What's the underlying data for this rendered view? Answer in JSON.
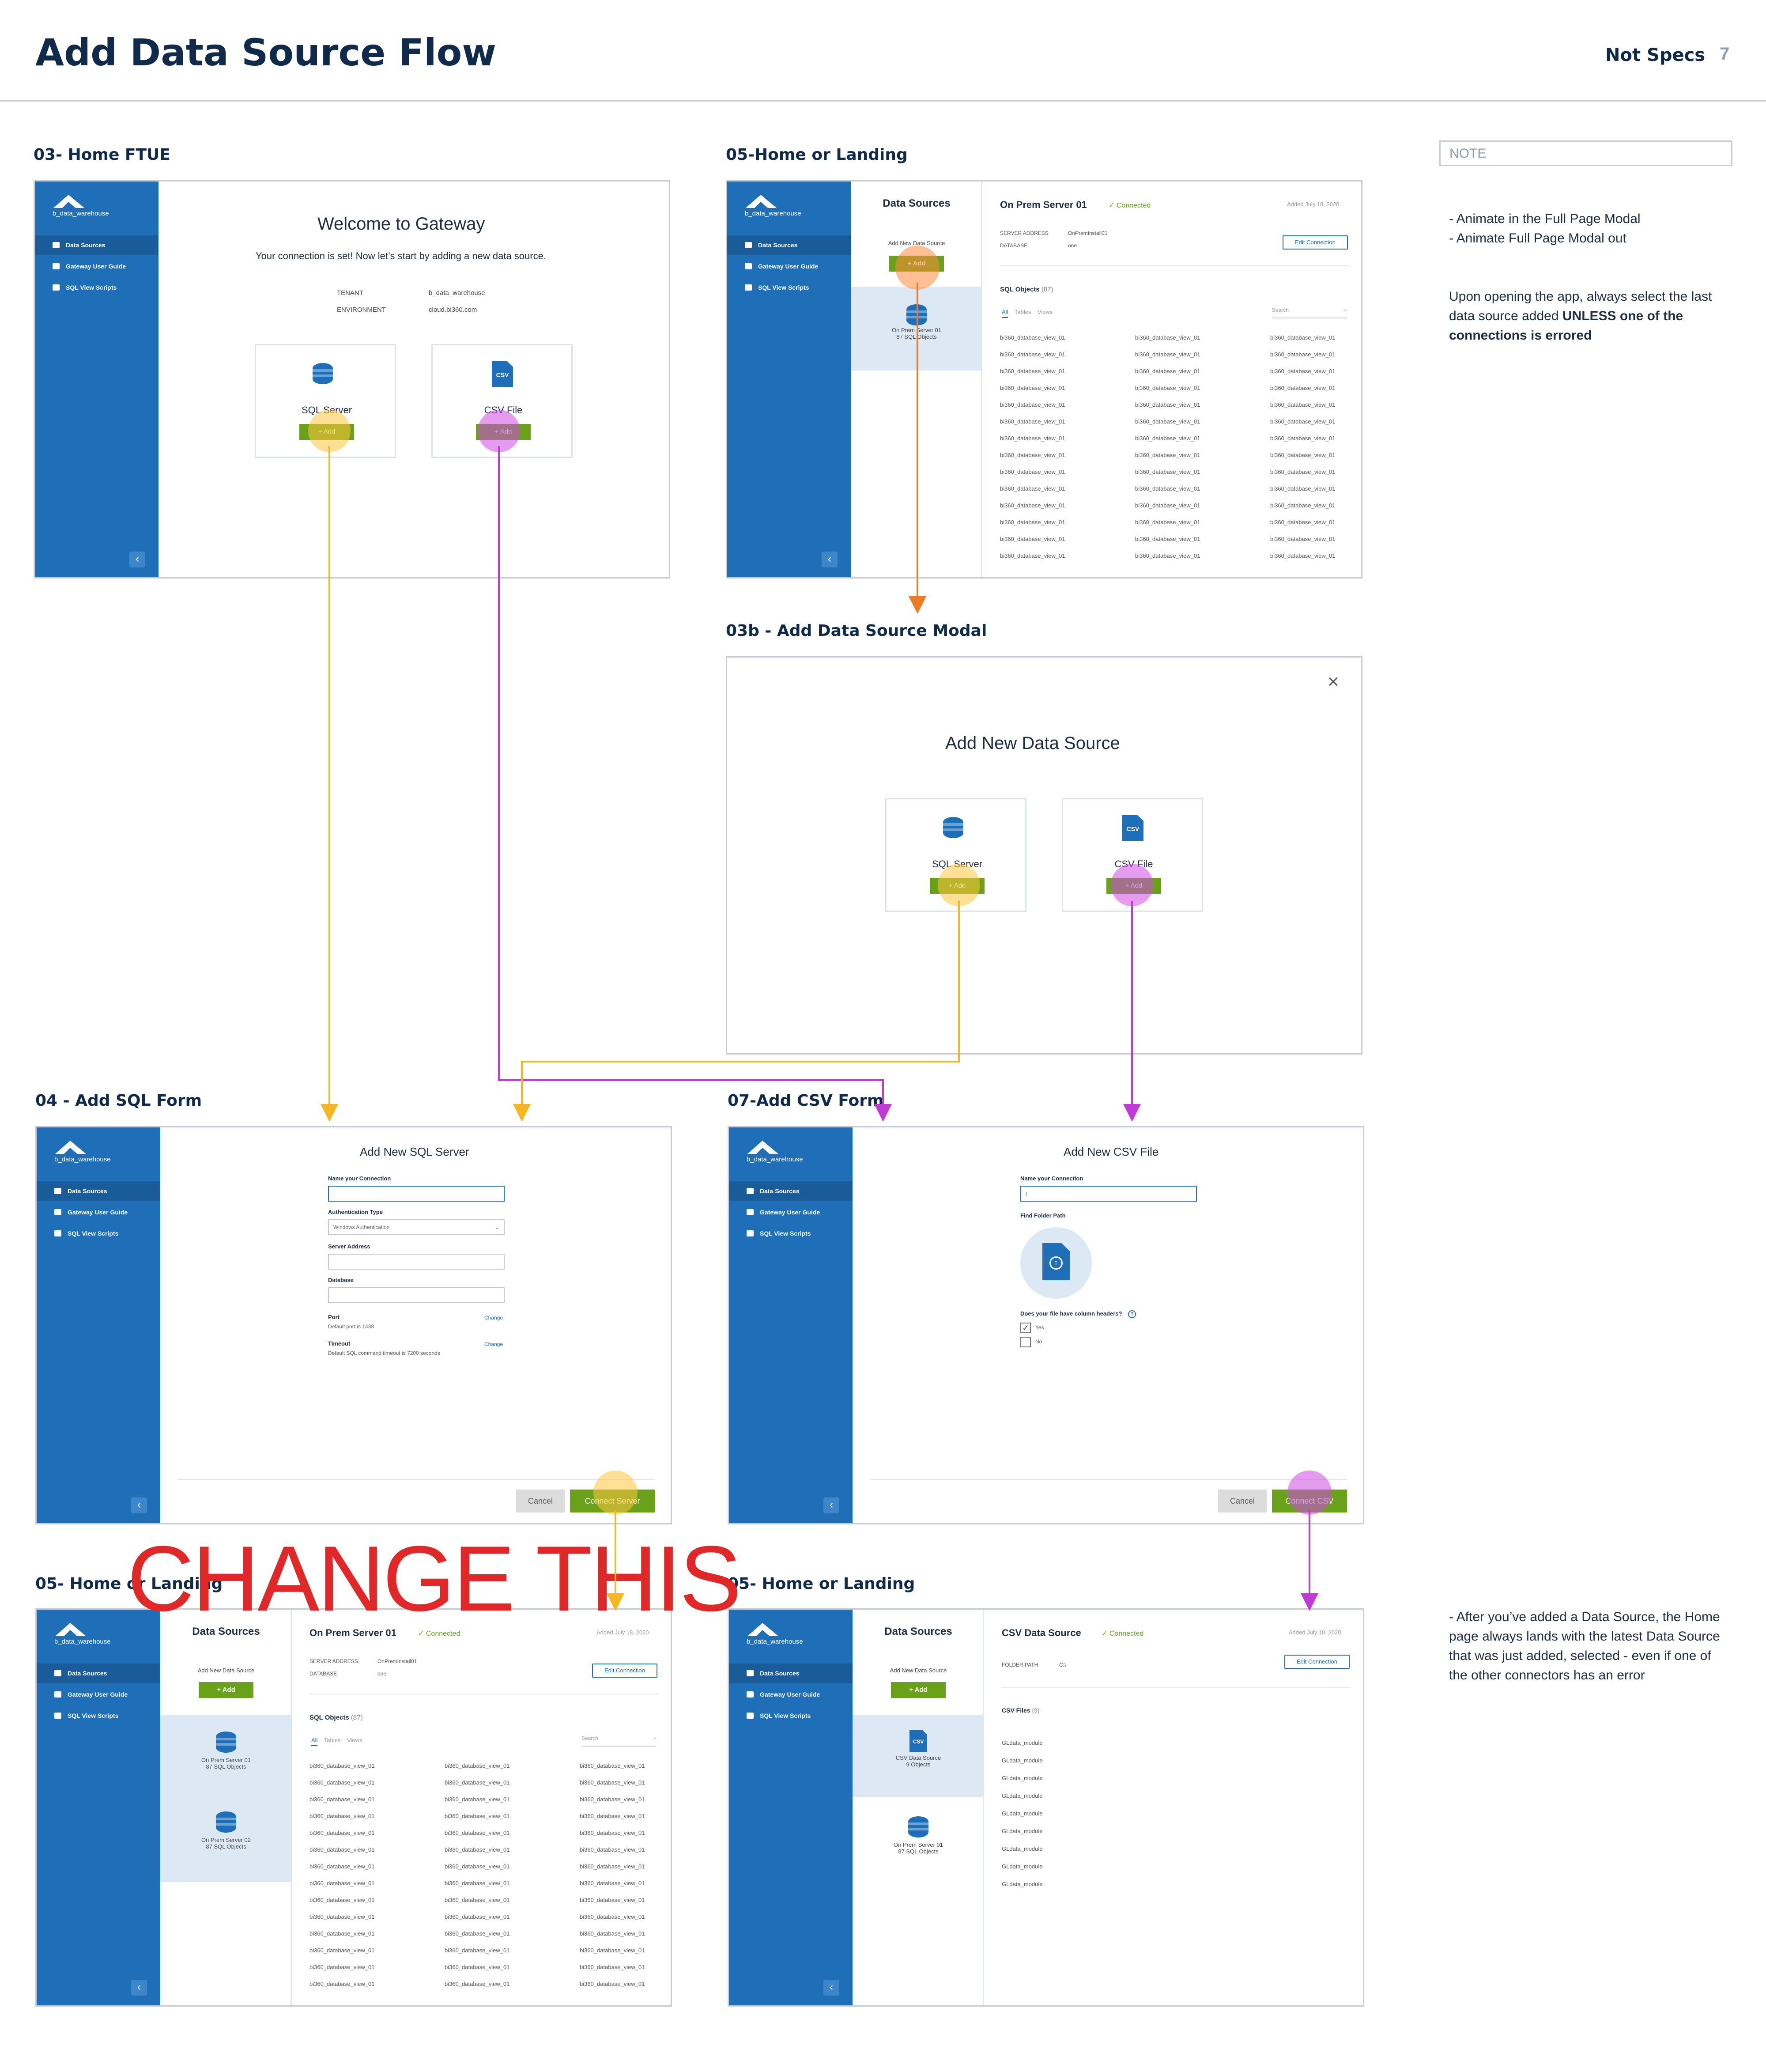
{
  "header": {
    "title": "Add Data Source Flow",
    "not_specs": "Not Specs",
    "page_number": "7"
  },
  "labels": {
    "home_ftue": "03- Home FTUE",
    "home_landing_top": "05-Home or Landing",
    "add_modal": "03b - Add Data Source Modal",
    "sql_form": "04 - Add SQL Form",
    "csv_form": "07-Add CSV Form",
    "home_landing_bl": "05- Home or Landing",
    "home_landing_br": "05- Home or Landing"
  },
  "note": {
    "header": "NOTE",
    "animate_in": "- Animate in the Full Page Modal",
    "animate_out": "- Animate Full Page Modal out",
    "select_text": "Upon opening the app, always select the last data source added",
    "select_bold": "UNLESS one of the connections is errored",
    "after_added": "- After you’ve added a Data Source, the Home page always lands with the latest Data Source that was just added, selected - even if one of the other connectors has an error"
  },
  "annotation": {
    "change_this": "CHANGE THIS"
  },
  "sidebar": {
    "org": "b_data_warehouse",
    "items": [
      {
        "label": "Data Sources"
      },
      {
        "label": "Gateway User Guide"
      },
      {
        "label": "SQL View Scripts"
      }
    ],
    "collapse": "‹"
  },
  "ftue": {
    "title": "Welcome to Gateway",
    "intro": "Your connection is set! Now let’s start by adding a new data source.",
    "tenant_label": "TENANT",
    "tenant_value": "b_data_warehouse",
    "env_label": "ENVIRONMENT",
    "env_value": "cloud.bi360.com",
    "sql_label": "SQL Server",
    "csv_label": "CSV File",
    "add_label": "+ Add",
    "csv_badge": "CSV"
  },
  "data_sources": {
    "title": "Data Sources",
    "add_new": "Add New Data Source",
    "add_btn": "+ Add"
  },
  "server": {
    "name": "On Prem Server 01",
    "status": "Connected",
    "added": "Added July 18, 2020",
    "addr_label": "SERVER ADDRESS",
    "addr_value": "OnPremInstall01",
    "db_label": "DATABASE",
    "db_value": "one",
    "edit": "Edit Connection",
    "objects_title": "SQL Objects",
    "objects_count": "(87)",
    "tab_all": "All",
    "tab_tables": "Tables",
    "tab_views": "Views",
    "search": "Search",
    "row": "bi360_database_view_01"
  },
  "list": {
    "server1_name": "On Prem Server 01",
    "server1_objects": "87 SQL Objects",
    "server2_name": "On Prem Server 02",
    "server2_objects": "87 SQL Objects",
    "csv_name": "CSV Data Source",
    "csv_objects": "9 Objects"
  },
  "modal": {
    "title": "Add New Data Source",
    "close": "×",
    "sql_label": "SQL Server",
    "csv_label": "CSV File",
    "add_label": "+ Add",
    "csv_badge": "CSV"
  },
  "sql_form": {
    "title": "Add New SQL Server",
    "name_label": "Name your Connection",
    "auth_label": "Authentication Type",
    "auth_value": "Windows Authentication",
    "server_label": "Server Address",
    "db_label": "Database",
    "port_label": "Port",
    "port_hint": "Default port is 1433",
    "timeout_label": "Timeout",
    "timeout_hint": "Default SQL command timeout is 7200 seconds",
    "change": "Change",
    "cancel": "Cancel",
    "connect": "Connect Server"
  },
  "csv_form": {
    "title": "Add New CSV File",
    "name_label": "Name your Connection",
    "folder_label": "Find Folder Path",
    "headers_q": "Does your file have column headers?",
    "yes": "Yes",
    "no": "No",
    "cancel": "Cancel",
    "connect": "Connect CSV"
  },
  "csv_detail": {
    "name": "CSV Data Source",
    "status": "Connected",
    "added": "Added July 18, 2020",
    "path_label": "FOLDER PATH",
    "path_value": "C:\\",
    "edit": "Edit Connection",
    "files_title": "CSV Files",
    "files_count": "(9)",
    "file": "GLdata_module"
  },
  "colors": {
    "brand": "#1f6fb8",
    "accent": "#6aa11b",
    "sql_flow": "#f5b623",
    "csv_flow": "#c23ad6",
    "existing_flow": "#f07a22",
    "warning": "#e02828"
  }
}
